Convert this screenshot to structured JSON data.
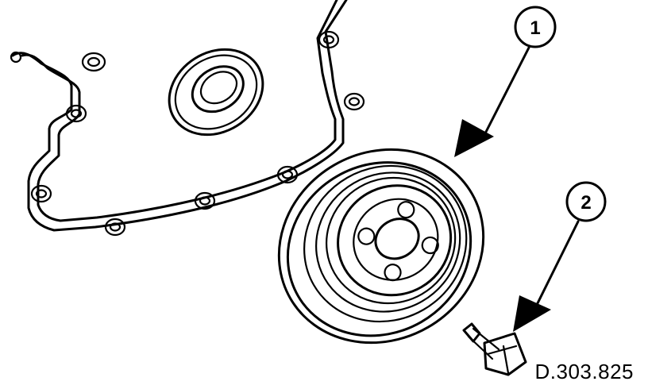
{
  "callouts": [
    {
      "id": "1",
      "label": "1"
    },
    {
      "id": "2",
      "label": "2"
    }
  ],
  "reference_code": "D.303.825",
  "colors": {
    "ink": "#000000",
    "paper": "#ffffff"
  }
}
